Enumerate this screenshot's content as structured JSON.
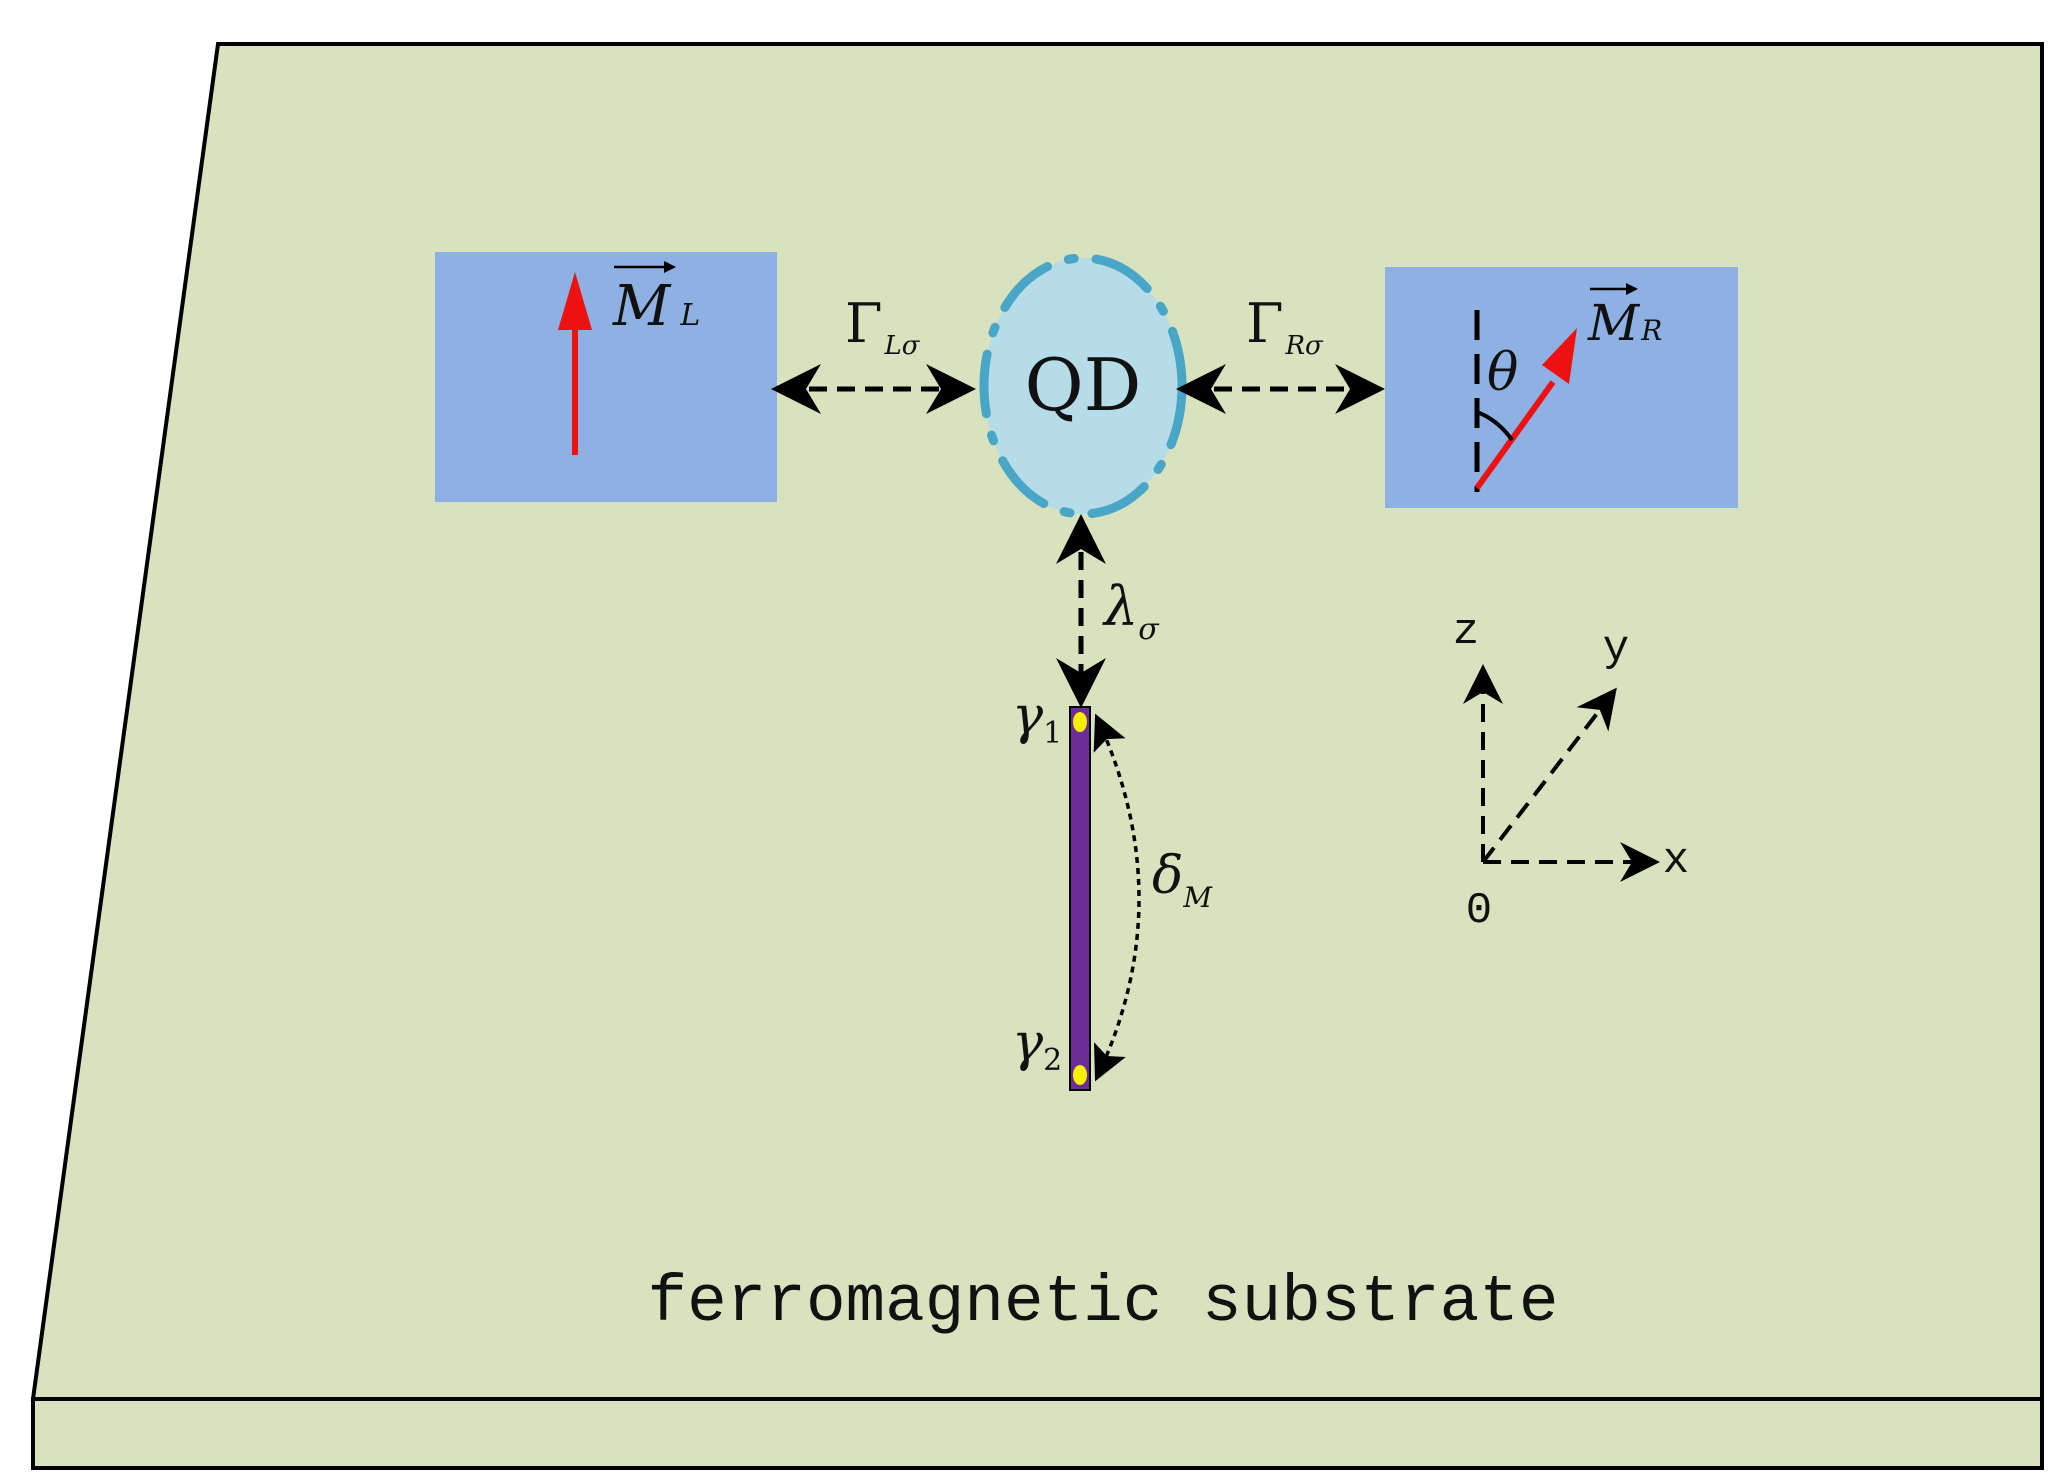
{
  "colors": {
    "substrate": "#d8e2be",
    "lead": "#8eb0e2",
    "dot_fill": "#b5dce8",
    "dot_ring": "#4aa6c6",
    "arrow_red": "#ee1111",
    "wire": "#6a2e96",
    "majorana": "#f4f000",
    "outline": "#000000"
  },
  "labels": {
    "substrate": "ferromagnetic substrate",
    "dot": "QD",
    "ml_main": "M",
    "ml_sub": "L",
    "mr_main": "M",
    "mr_sub": "R",
    "theta": "θ",
    "gamma_left_main": "Γ",
    "gamma_left_sub": "Lσ",
    "gamma_right_main": "Γ",
    "gamma_right_sub": "Rσ",
    "lambda_main": "λ",
    "lambda_sub": "σ",
    "gamma1_main": "γ",
    "gamma1_sub": "1",
    "gamma2_main": "γ",
    "gamma2_sub": "2",
    "delta_main": "δ",
    "delta_sub": "M"
  },
  "axes": {
    "z": "z",
    "y": "y",
    "x": "x",
    "origin": "0"
  },
  "icons": {
    "left_magnetization": "up-arrow-icon",
    "right_magnetization": "tilted-arrow-icon"
  }
}
